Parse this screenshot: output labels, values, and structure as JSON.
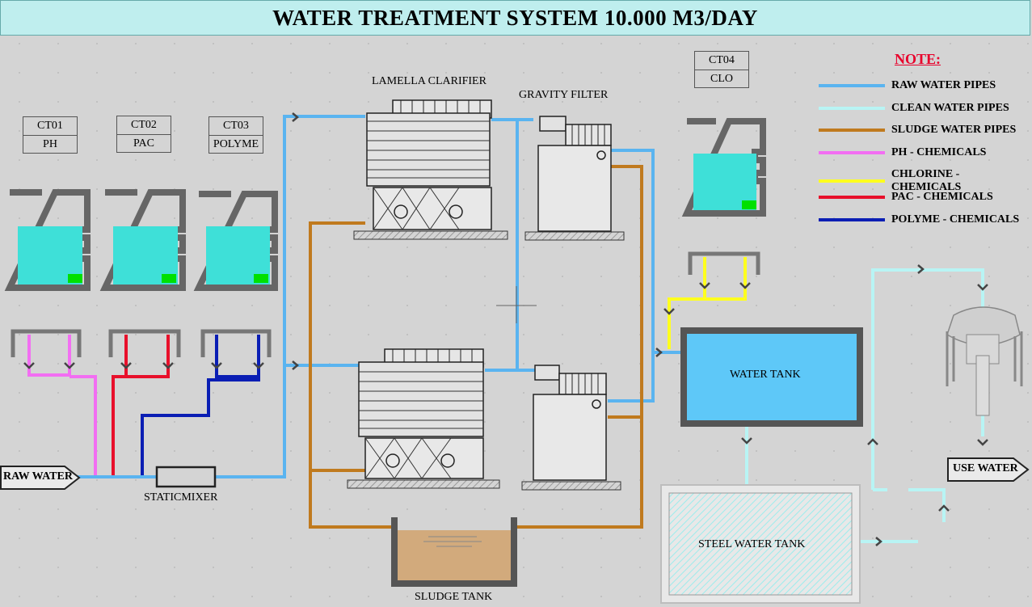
{
  "title": "WATER TREATMENT SYSTEM 10.000 M3/DAY",
  "tanks": {
    "ct01": {
      "code": "CT01",
      "name": "PH"
    },
    "ct02": {
      "code": "CT02",
      "name": "PAC"
    },
    "ct03": {
      "code": "CT03",
      "name": "POLYME"
    },
    "ct04": {
      "code": "CT04",
      "name": "CLO"
    }
  },
  "labels": {
    "lamella": "LAMELLA CLARIFIER",
    "gravity": "GRAVITY FILTER",
    "static_mixer": "STATICMIXER",
    "sludge_tank": "SLUDGE TANK",
    "water_tank": "WATER TANK",
    "steel_tank": "STEEL WATER TANK",
    "raw_water": "RAW WATER",
    "use_water": "USE WATER"
  },
  "legend": {
    "title": "NOTE:",
    "items": [
      {
        "label": "RAW WATER PIPES",
        "color": "#5ab4f0"
      },
      {
        "label": "CLEAN WATER PIPES",
        "color": "#b8f4f4"
      },
      {
        "label": "SLUDGE WATER PIPES",
        "color": "#c07a1e"
      },
      {
        "label": "PH - CHEMICALS",
        "color": "#f26ef2"
      },
      {
        "label": "CHLORINE - CHEMICALS",
        "color": "#ffff1e"
      },
      {
        "label": "PAC - CHEMICALS",
        "color": "#e8102b"
      },
      {
        "label": "POLYME - CHEMICALS",
        "color": "#0a1eb4"
      }
    ]
  },
  "colors": {
    "raw": "#5ab4f0",
    "clean": "#b8f4f4",
    "sludge": "#c07a1e",
    "ph": "#f26ef2",
    "chlorine": "#ffff1e",
    "pac": "#e8102b",
    "polyme": "#0a1eb4",
    "tank_liquid": "#3ee0d8",
    "water_tank": "#5ec8f8",
    "sludge_fill": "#d2aa7c"
  }
}
